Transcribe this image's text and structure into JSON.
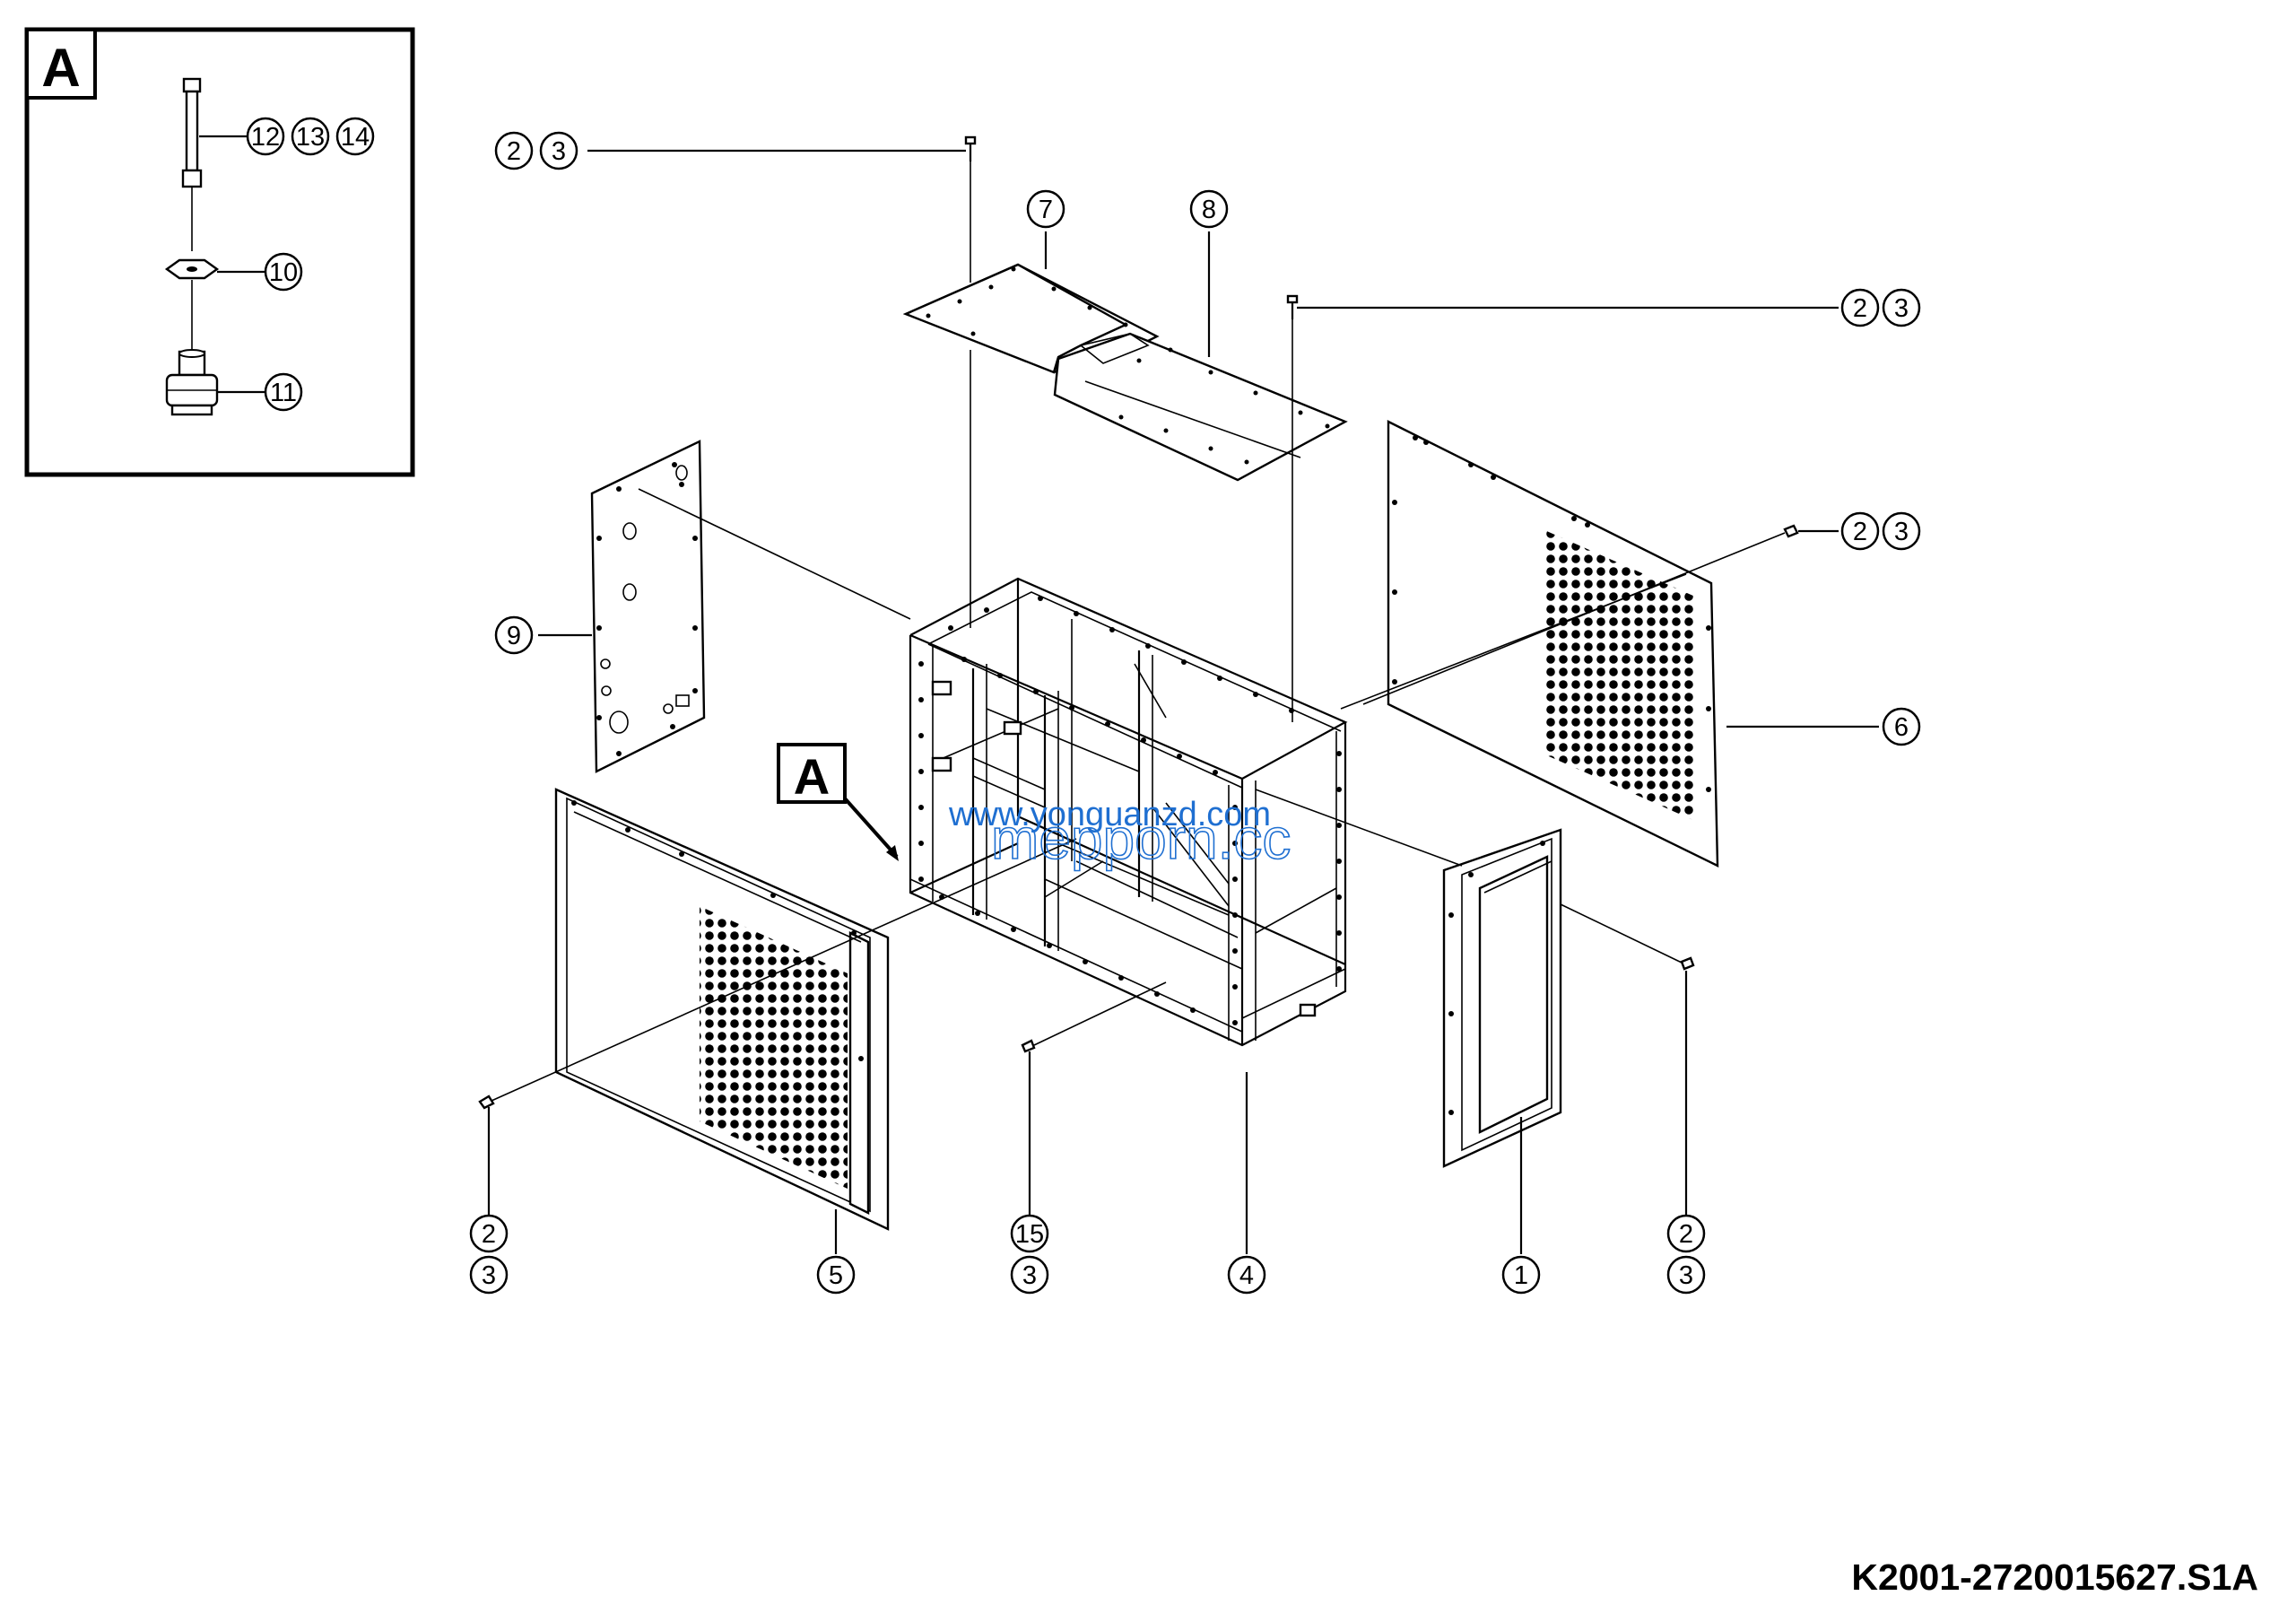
{
  "detail_view": {
    "label": "A",
    "callouts": [
      "12",
      "13",
      "14",
      "10",
      "11"
    ]
  },
  "main_view_marker": "A",
  "callouts": {
    "c23_top": [
      "2",
      "3"
    ],
    "c7": "7",
    "c8": "8",
    "c23_mid": [
      "2",
      "3"
    ],
    "c23_right": [
      "2",
      "3"
    ],
    "c9": "9",
    "c6": "6",
    "c23_bottom_left": [
      "2",
      "3"
    ],
    "c5": "5",
    "c15_3": [
      "15",
      "3"
    ],
    "c4": "4",
    "c1": "1",
    "c23_bottom_right": [
      "2",
      "3"
    ]
  },
  "watermark": {
    "line1": "www.yonguanzd.com",
    "line2": "mepporn.cc"
  },
  "drawing_id": "K2001-2720015627.S1A"
}
